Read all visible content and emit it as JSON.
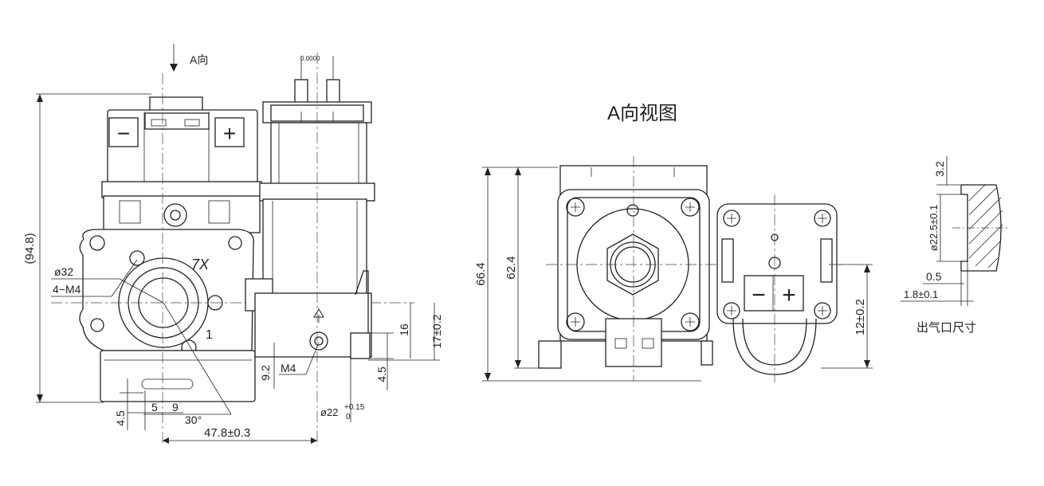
{
  "front_view": {
    "direction_label": "A向",
    "minus_sign": "−",
    "plus_sign": "+",
    "mark_7x": "7X",
    "mark_1": "1",
    "top_small_label": "0.0000",
    "dims": {
      "overall_height": "(94.8)",
      "phi32": "ø32",
      "m4_holes": "4−M4",
      "d5": "5",
      "d9": "9",
      "d4_5_left": "4.5",
      "angle": "30°",
      "d47_8": "47.8±0.3",
      "d9_2": "9.2",
      "m4": "M4",
      "phi22": "ø22",
      "phi22_tol_upper": "+0.15",
      "phi22_tol_lower": "0",
      "d4_5_right": "4.5",
      "d16": "16",
      "d17": "17±0.2"
    }
  },
  "a_view": {
    "title": "A向视图",
    "minus_sign": "−",
    "plus_sign": "+",
    "dims": {
      "d66_4": "66.4",
      "d62_4": "62.4",
      "d12": "12±0.2"
    }
  },
  "outlet_detail": {
    "caption": "出气口尺寸",
    "dims": {
      "d3_2": "3.2",
      "phi22_5": "ø22.5±0.1",
      "d0_5": "0.5",
      "d1_8": "1.8±0.1"
    }
  }
}
